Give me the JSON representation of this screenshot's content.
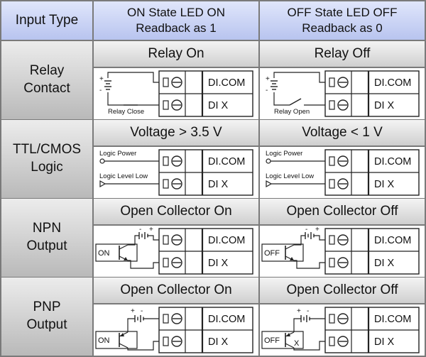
{
  "header": {
    "input_type": "Input Type",
    "on_state": "ON State LED ON\nReadback as 1",
    "off_state": "OFF State LED OFF\nReadback as 0"
  },
  "rows": [
    {
      "label": "Relay\nContact",
      "on": {
        "condition": "Relay On",
        "circuit": "relay",
        "caption": "Relay Close",
        "state": "closed"
      },
      "off": {
        "condition": "Relay Off",
        "circuit": "relay",
        "caption": "Relay Open",
        "state": "open"
      }
    },
    {
      "label": "TTL/CMOS\nLogic",
      "on": {
        "condition": "Voltage > 3.5 V",
        "circuit": "logic",
        "power": "Logic Power",
        "level": "Logic Level Low"
      },
      "off": {
        "condition": "Voltage < 1 V",
        "circuit": "logic",
        "power": "Logic Power",
        "level": "Logic Level Low"
      }
    },
    {
      "label": "NPN\nOutput",
      "on": {
        "condition": "Open Collector On",
        "circuit": "npn",
        "state_label": "ON"
      },
      "off": {
        "condition": "Open Collector Off",
        "circuit": "npn",
        "state_label": "OFF"
      }
    },
    {
      "label": "PNP\nOutput",
      "on": {
        "condition": "Open Collector On",
        "circuit": "pnp",
        "state_label": "ON"
      },
      "off": {
        "condition": "Open Collector Off",
        "circuit": "pnp",
        "state_label": "OFF",
        "x_mark": "X"
      }
    }
  ],
  "terminals": {
    "com": "DI.COM",
    "x": "DI X"
  },
  "polarity": {
    "plus": "+",
    "minus": "-"
  }
}
